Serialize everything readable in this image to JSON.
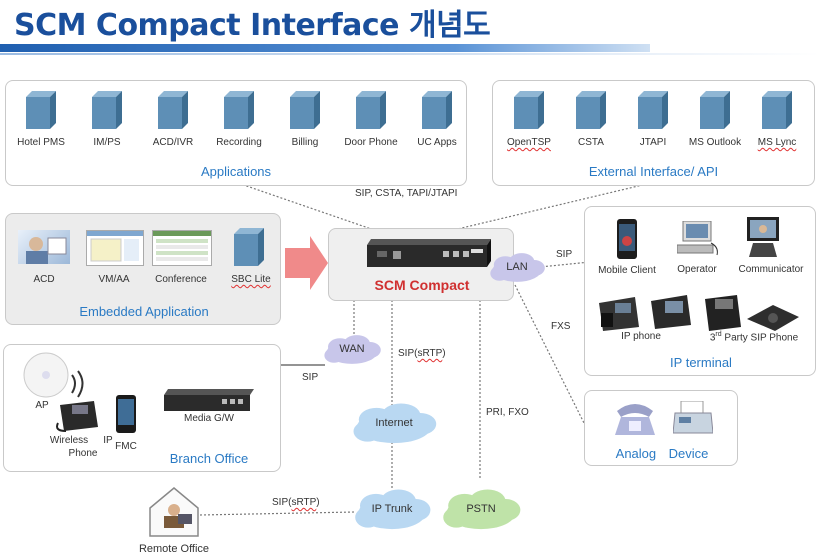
{
  "title": "SCM Compact Interface 개념도",
  "applications": {
    "label": "Applications",
    "items": [
      "Hotel PMS",
      "IM/PS",
      "ACD/IVR",
      "Recording",
      "Billing",
      "Door Phone",
      "UC Apps"
    ]
  },
  "external": {
    "label": "External Interface/ API",
    "items": [
      "OpenTSP",
      "CSTA",
      "JTAPI",
      "MS Outlook",
      "MS Lync"
    ]
  },
  "embedded": {
    "label": "Embedded Application",
    "items": [
      "ACD",
      "VM/AA",
      "Conference",
      "SBC Lite"
    ]
  },
  "ip_terminal": {
    "label": "IP terminal",
    "items": [
      "Mobile Client",
      "Operator",
      "Communicator",
      "IP phone",
      "3rd Party SIP Phone"
    ],
    "third": "3",
    "third_sup": "rd",
    "third_rest": " Party",
    "sip_phone": "SIP Phone"
  },
  "branch": {
    "label": "Branch Office",
    "ap": "AP",
    "wireless": "Wireless",
    "phone": "Phone",
    "ip": "IP",
    "fmc": "FMC",
    "media_gw": "Media G/W"
  },
  "analog": {
    "label_a": "Analog",
    "label_b": "Device"
  },
  "scm": {
    "label": "SCM Compact"
  },
  "clouds": {
    "lan": "LAN",
    "wan": "WAN",
    "internet": "Internet",
    "ip_trunk": "IP Trunk",
    "pstn": "PSTN"
  },
  "links": {
    "top": "SIP, CSTA, TAPI/JTAPI",
    "sip_lan": "SIP",
    "fxs": "FXS",
    "sip_wan": "SIP",
    "sip_srtp_a": "SIP(",
    "sip_srtp_b": "sRTP",
    "sip_srtp_c": ")",
    "pri_fxo": "PRI, FXO",
    "sip_srtp2_a": "SIP(",
    "sip_srtp2_b": "sRTP",
    "sip_srtp2_c": ")"
  },
  "remote": {
    "label": "Remote Office"
  }
}
